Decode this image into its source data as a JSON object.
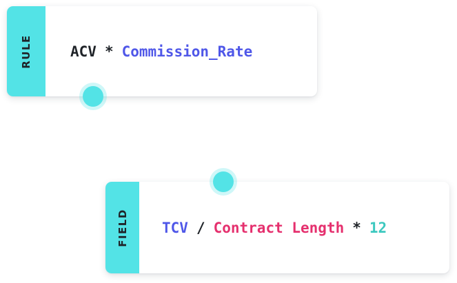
{
  "colors": {
    "accent_teal": "#53e3e6",
    "text_dark": "#1f2328",
    "token_blue": "#4f57e8",
    "token_pink": "#e5306e",
    "token_teal": "#3cc8bf"
  },
  "rule_card": {
    "tab_label": "RULE",
    "tokens": [
      {
        "text": "ACV",
        "kind": "variable",
        "color": "#1f2328"
      },
      {
        "text": "*",
        "kind": "operator",
        "color": "#1f2328"
      },
      {
        "text": "Commission_Rate",
        "kind": "variable",
        "color": "#4f57e8"
      }
    ]
  },
  "field_card": {
    "tab_label": "FIELD",
    "tokens": [
      {
        "text": "TCV",
        "kind": "variable",
        "color": "#4f57e8"
      },
      {
        "text": "/",
        "kind": "operator",
        "color": "#1f2328"
      },
      {
        "text": "Contract Length",
        "kind": "variable",
        "color": "#e5306e"
      },
      {
        "text": "*",
        "kind": "operator",
        "color": "#1f2328"
      },
      {
        "text": "12",
        "kind": "number",
        "color": "#3cc8bf"
      }
    ]
  }
}
